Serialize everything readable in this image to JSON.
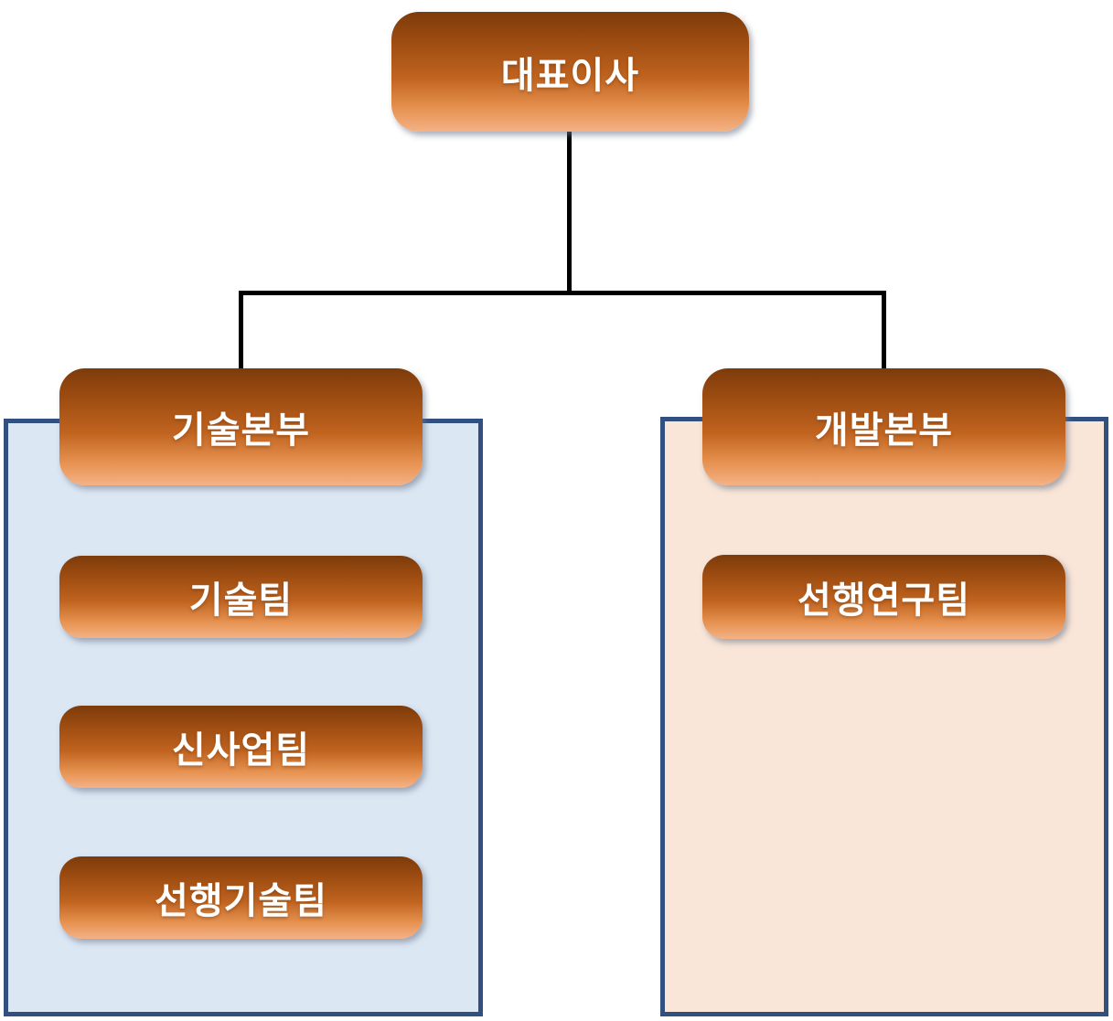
{
  "org_chart": {
    "type": "organization-chart",
    "root": {
      "label": "대표이사"
    },
    "divisions": [
      {
        "label": "기술본부",
        "teams": [
          "기술팀",
          "신사업팀",
          "선행기술팀"
        ]
      },
      {
        "label": "개발본부",
        "teams": [
          "선행연구팀"
        ]
      }
    ]
  },
  "colors": {
    "node_gradient_top": "#7C3B0B",
    "node_gradient_mid": "#C0631F",
    "node_gradient_bottom": "#F4B286",
    "container_left_fill": "#DCE7F4",
    "container_right_fill": "#FAE6D8",
    "container_border": "#31507F",
    "connector": "#000000",
    "node_text": "#FFFFFF"
  }
}
